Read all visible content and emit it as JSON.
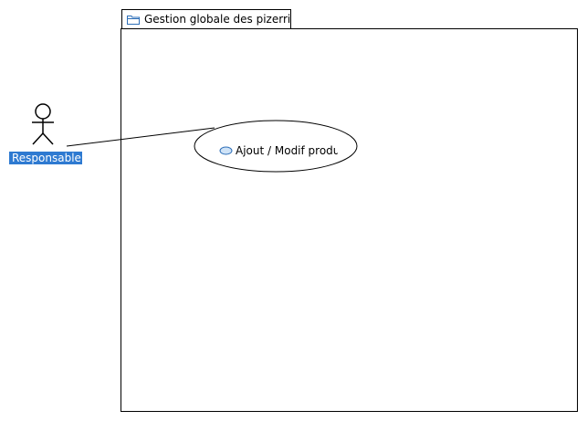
{
  "diagram": {
    "package": {
      "title": "Gestion globale des pizerrias",
      "icon": "folder-icon"
    },
    "actors": [
      {
        "label": "Responsable"
      }
    ],
    "use_cases": [
      {
        "label": "Ajout / Modif produit",
        "icon": "usecase-icon"
      }
    ],
    "associations": [
      {
        "from": "Responsable",
        "to": "Ajout / Modif produit"
      }
    ],
    "colors": {
      "selection": "#2e7ad1",
      "usecase_icon_fill": "#cfe3f7",
      "usecase_icon_stroke": "#2e6fb8",
      "line": "#000000"
    }
  }
}
